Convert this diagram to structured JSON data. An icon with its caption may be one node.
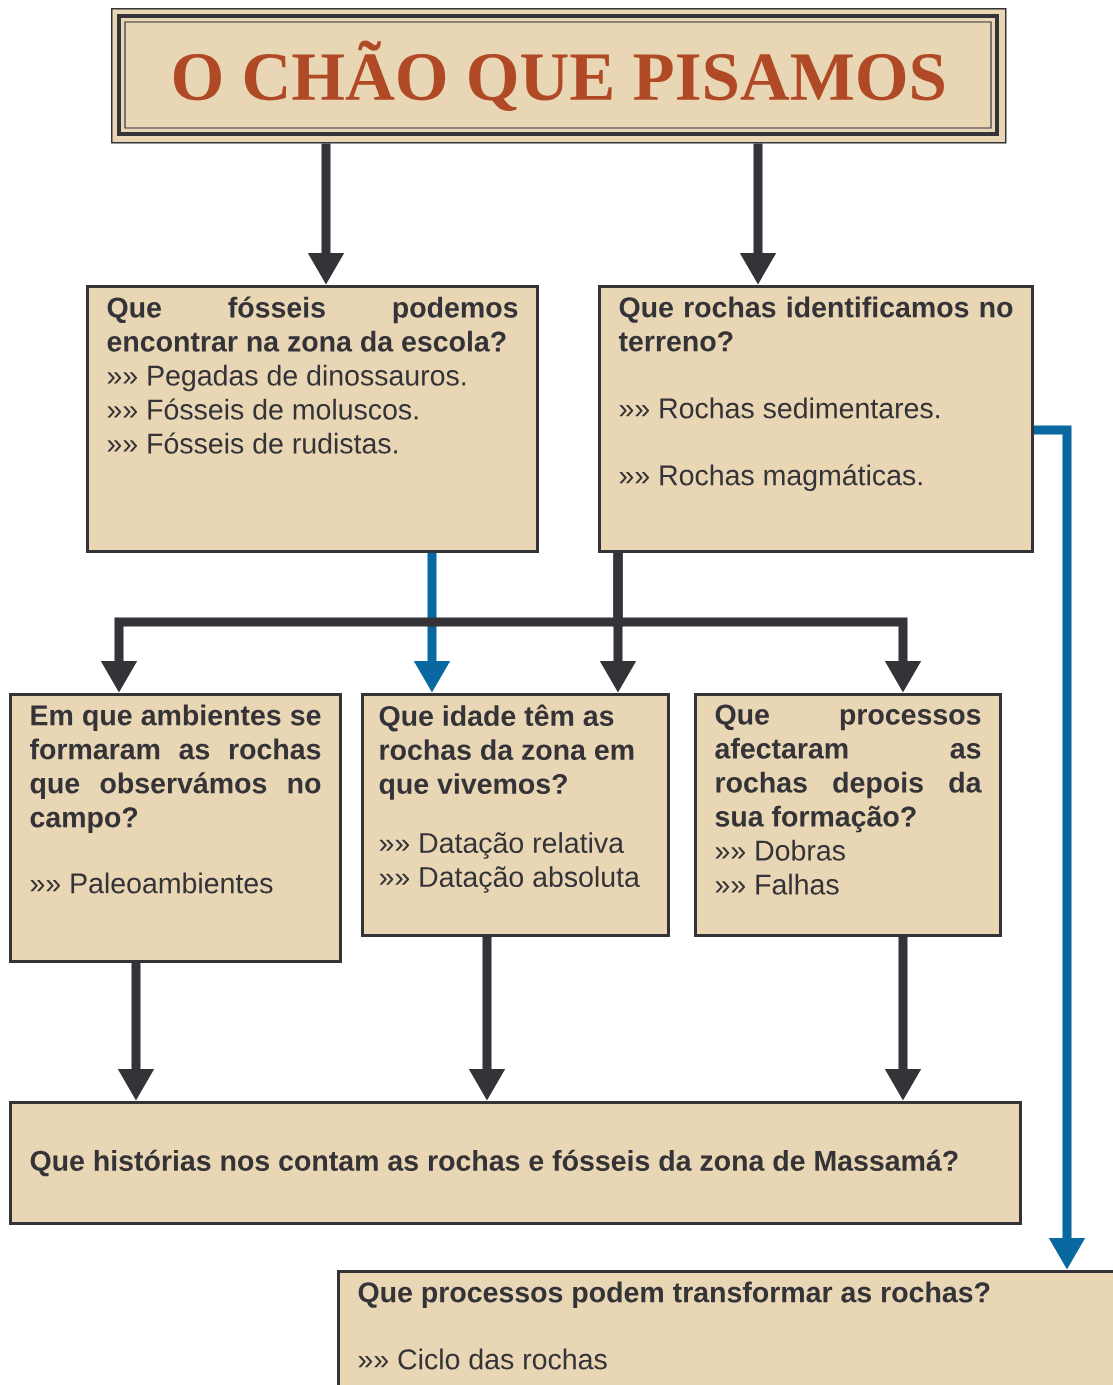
{
  "diagram": {
    "nodes": [
      {
        "text": [
          "O CHÃO QUE PISAMOS"
        ]
      },
      {
        "text": [
          "Que fósseis podemos encontrar na zona da escola?",
          "»» Pegadas de dinossauros.",
          "»» Fósseis de moluscos.",
          "»» Fósseis de rudistas."
        ]
      },
      {
        "text": [
          "Que rochas identificamos no terreno?",
          "»» Rochas sedimentares.",
          "»» Rochas magmáticas."
        ]
      },
      {
        "text": [
          "Em que ambientes se formaram as rochas que observámos no campo?",
          "»» Paleoambientes"
        ]
      },
      {
        "text": [
          "Que idade têm as rochas da zona em que vivemos?",
          "»» Datação relativa",
          "»» Datação absoluta"
        ]
      },
      {
        "text": [
          "Que processos afectaram as rochas depois da sua formação?",
          "»» Dobras",
          "»» Falhas"
        ]
      },
      {
        "text": [
          "Que histórias nos contam as rochas e fósseis da zona de Massamá?"
        ]
      },
      {
        "text": [
          "Que processos podem transformar as rochas?",
          "»» Ciclo das rochas"
        ]
      }
    ],
    "edges": [
      {
        "from": 0,
        "to": 1,
        "arrow": "to"
      },
      {
        "from": 0,
        "to": 2,
        "arrow": "to"
      },
      {
        "from": 1,
        "to": 4,
        "arrow": "to",
        "color": "#0a68a0"
      },
      {
        "from": 2,
        "to": 3,
        "arrow": "to"
      },
      {
        "from": 2,
        "to": 4,
        "arrow": "to"
      },
      {
        "from": 2,
        "to": 5,
        "arrow": "to"
      },
      {
        "from": 2,
        "to": 7,
        "arrow": "to",
        "color": "#0a68a0"
      },
      {
        "from": 3,
        "to": 6,
        "arrow": "to"
      },
      {
        "from": 4,
        "to": 6,
        "arrow": "to"
      },
      {
        "from": 5,
        "to": 6,
        "arrow": "to"
      }
    ]
  }
}
